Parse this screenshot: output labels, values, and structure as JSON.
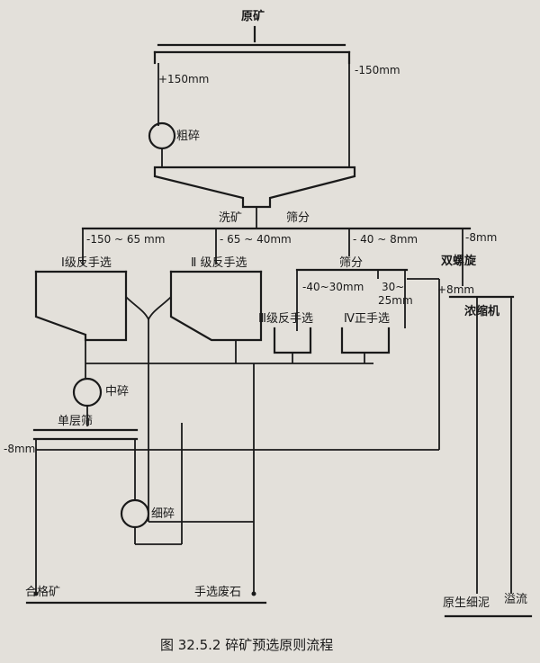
{
  "nodes": {
    "raw_ore": "原矿",
    "coarse_crush": "粗碎",
    "wash_label": "洗矿",
    "screen_label": "筛分",
    "hand_sort_1": "Ⅰ级反手选",
    "hand_sort_2": "Ⅱ 级反手选",
    "screen2_label": "筛分",
    "double_spiral": "双螺旋",
    "thickener": "浓缩机",
    "hand_sort_3": "Ⅲ级反手选",
    "hand_sort_4": "Ⅳ正手选",
    "medium_crush": "中碎",
    "single_screen": "单层筛",
    "fine_crush": "细碎"
  },
  "size_labels": {
    "plus150": "+150mm",
    "minus150": "-150mm",
    "r150_65": "-150 ~ 65 mm",
    "r65_40": "- 65 ~ 40mm",
    "r40_8": "- 40 ~ 8mm",
    "minus8_right": "-8mm",
    "plus8": "+8mm",
    "r40_30": "-40~30mm",
    "r30_25_a": "30~",
    "r30_25_b": "25mm",
    "minus8_left": "-8mm"
  },
  "outputs": {
    "qualified_ore": "合格矿",
    "hand_waste": "手选废石",
    "raw_slime": "原生细泥",
    "overflow": "溢流"
  },
  "caption": "图 32.5.2   碎矿预选原则流程"
}
